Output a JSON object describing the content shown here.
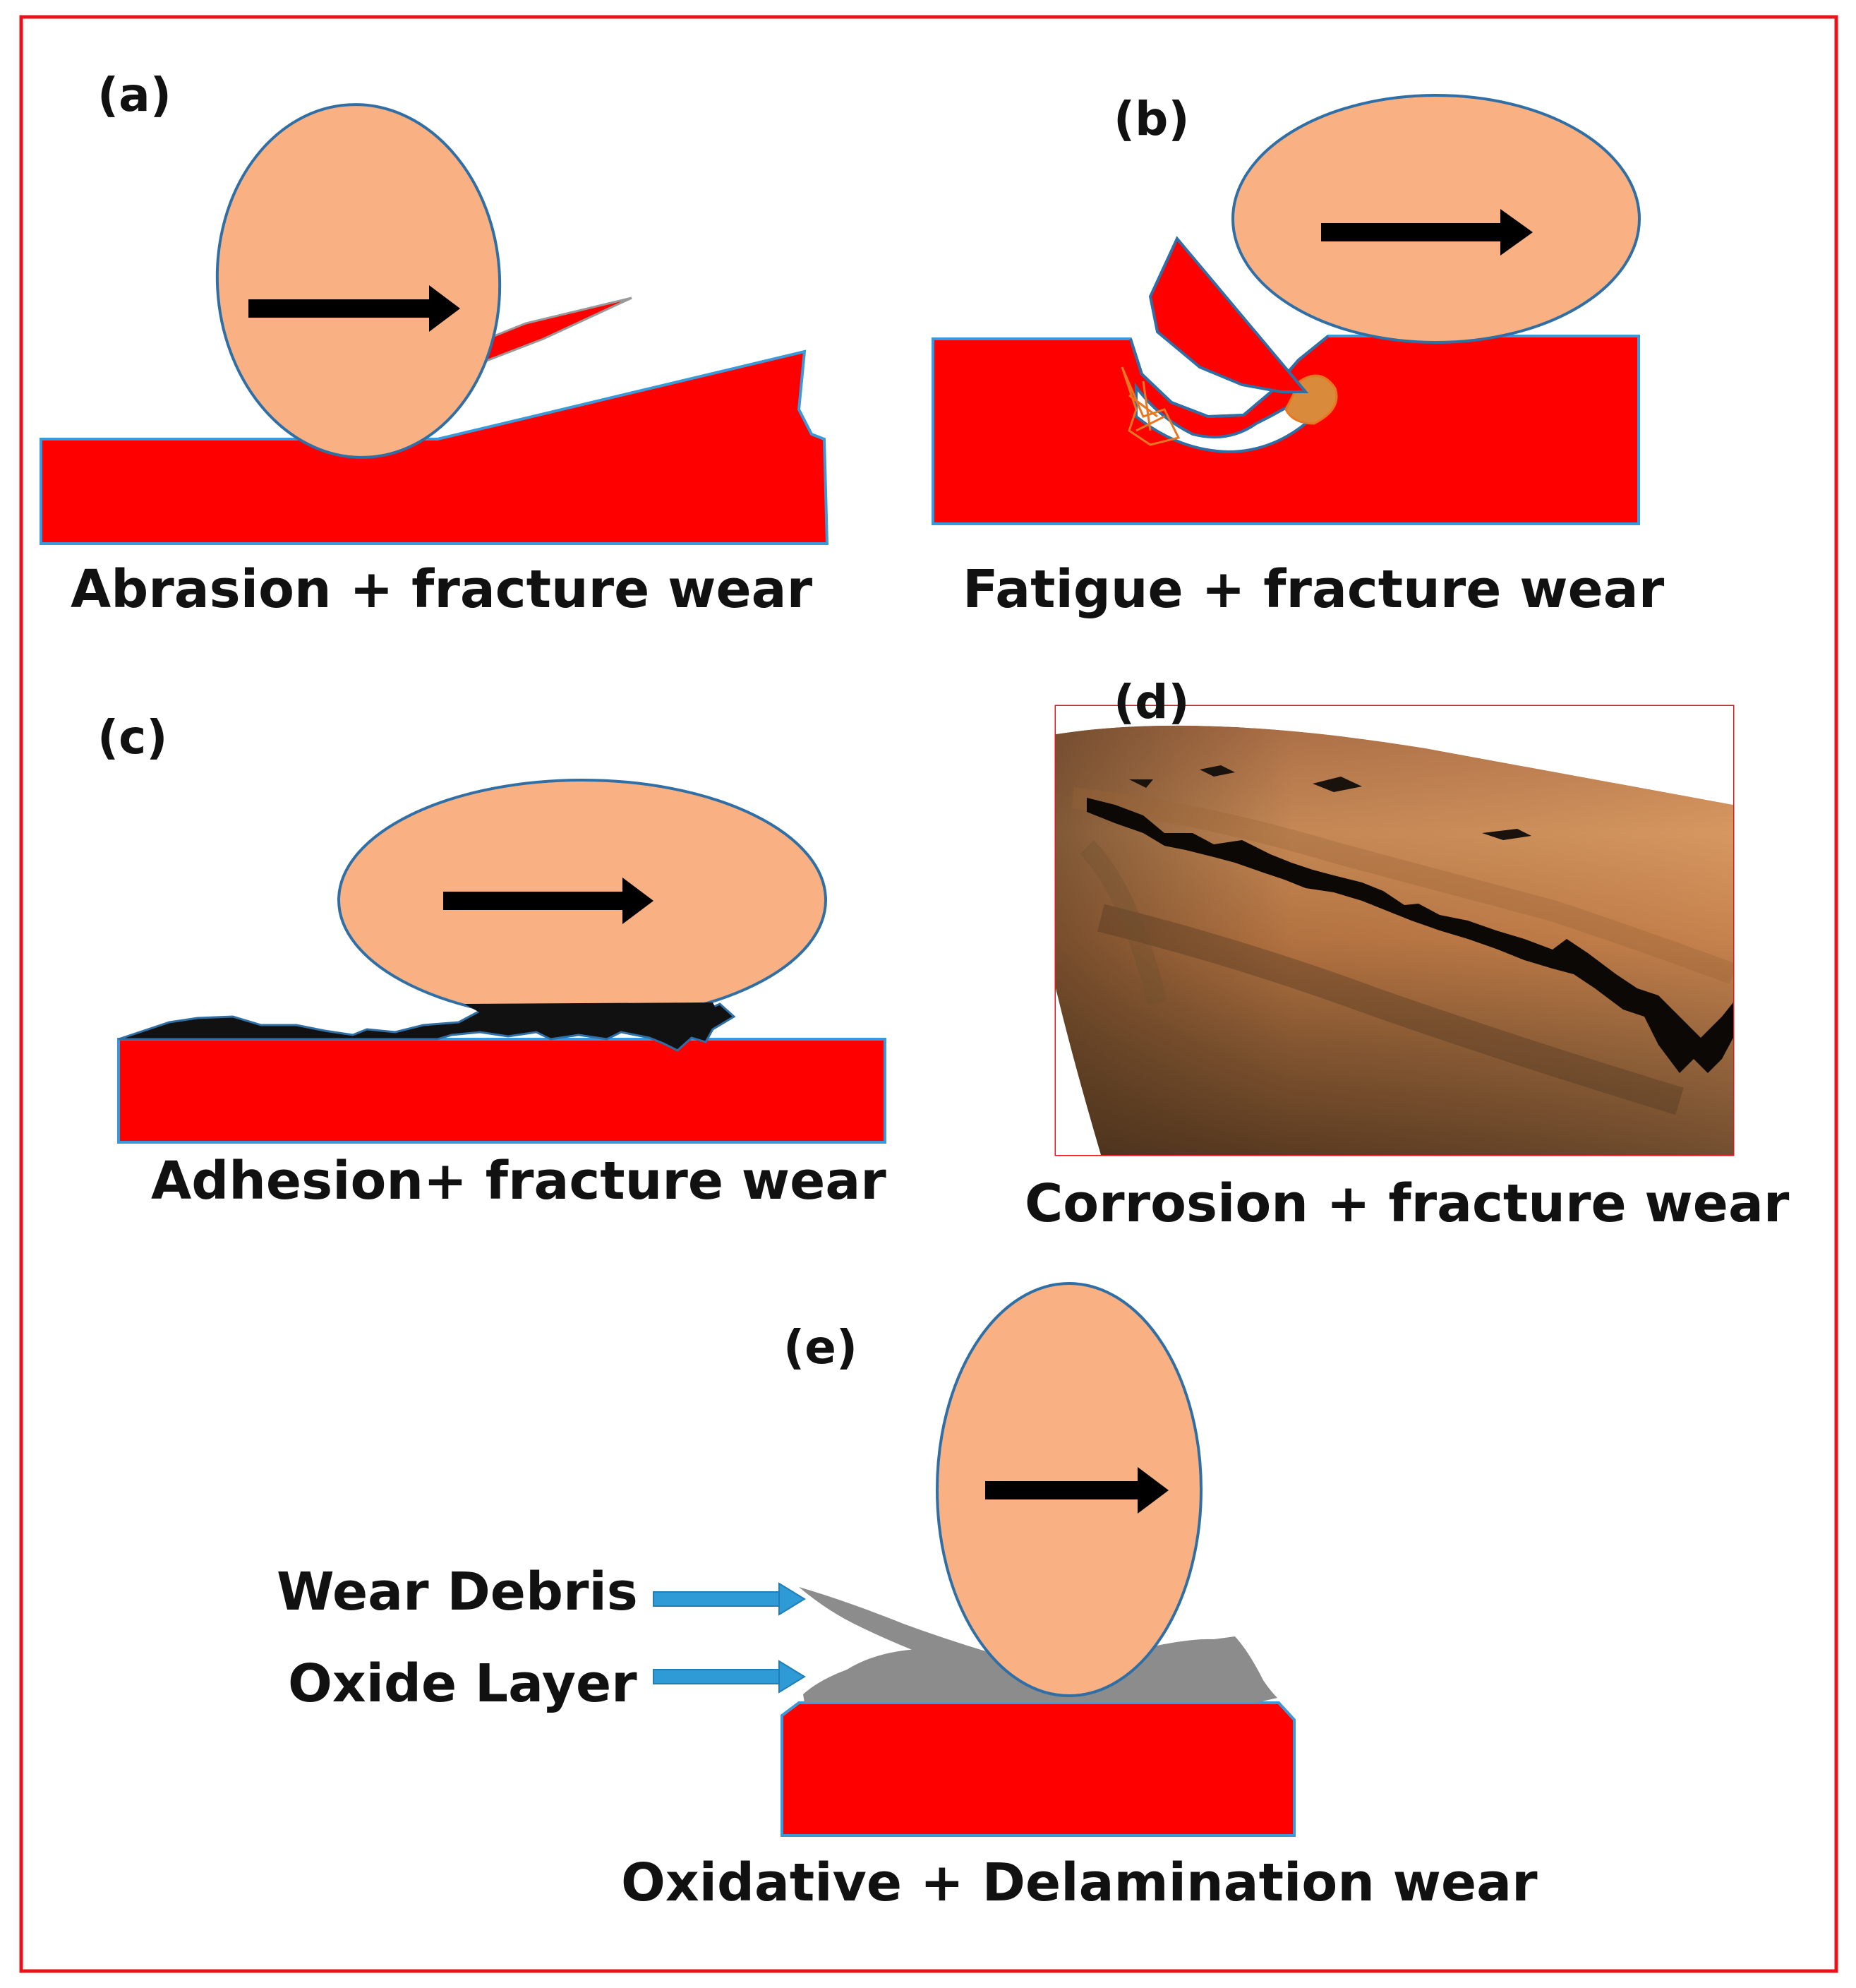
{
  "colors": {
    "frame": "#e8141b",
    "substrate": "#ff0000",
    "substrate_edge": "#3a9ad9",
    "body_fill": "#f9b183",
    "body_edge": "#2f6fa5",
    "arrow": "#000000",
    "oxide": "#8c8c8c",
    "callout_arrow": "#2e9ad6"
  },
  "panels": {
    "a": {
      "letter": "(a)",
      "caption": "Abrasion + fracture wear"
    },
    "b": {
      "letter": "(b)",
      "caption": "Fatigue + fracture wear"
    },
    "c": {
      "letter": "(c)",
      "caption": "Adhesion+ fracture wear"
    },
    "d": {
      "letter": "(d)",
      "caption": "Corrosion + fracture wear"
    },
    "e": {
      "letter": "(e)",
      "caption": "Oxidative + Delamination wear",
      "callouts": {
        "wear_debris": "Wear Debris",
        "oxide_layer": "Oxide Layer"
      }
    }
  }
}
